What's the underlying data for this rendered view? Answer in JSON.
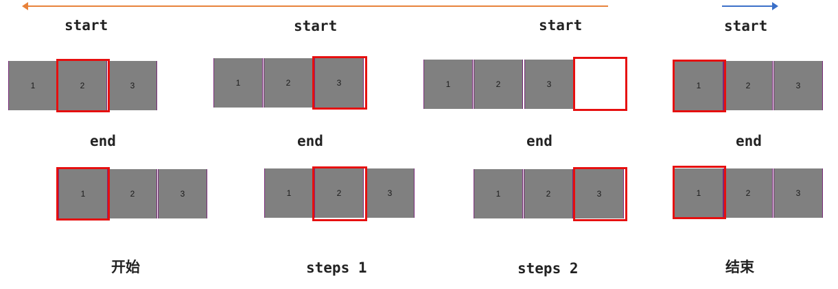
{
  "colors": {
    "orange_arrow": "#e8823a",
    "blue_arrow": "#3a6fc8",
    "cell_fill": "#808080",
    "cell_divider": "#7a2a7a",
    "highlight": "#e60f0f"
  },
  "panels": [
    {
      "start_label": "start",
      "end_label": "end",
      "caption": "开始",
      "start_cells": [
        "1",
        "2",
        "3"
      ],
      "start_highlight_index": 1,
      "end_cells": [
        "1",
        "2",
        "3"
      ],
      "end_highlight_index": 0
    },
    {
      "start_label": "start",
      "end_label": "end",
      "caption": "steps 1",
      "start_cells": [
        "1",
        "2",
        "3"
      ],
      "start_highlight_index": 2,
      "end_cells": [
        "1",
        "2",
        "3"
      ],
      "end_highlight_index": 1
    },
    {
      "start_label": "start",
      "end_label": "end",
      "caption": "steps 2",
      "start_cells": [
        "1",
        "2",
        "3"
      ],
      "start_highlight_index": 3,
      "end_cells": [
        "1",
        "2",
        "3"
      ],
      "end_highlight_index": 2
    },
    {
      "start_label": "start",
      "end_label": "end",
      "caption": "结束",
      "start_cells": [
        "1",
        "2",
        "3"
      ],
      "start_highlight_index": 0,
      "end_cells": [
        "1",
        "2",
        "3"
      ],
      "end_highlight_index": 0
    }
  ]
}
